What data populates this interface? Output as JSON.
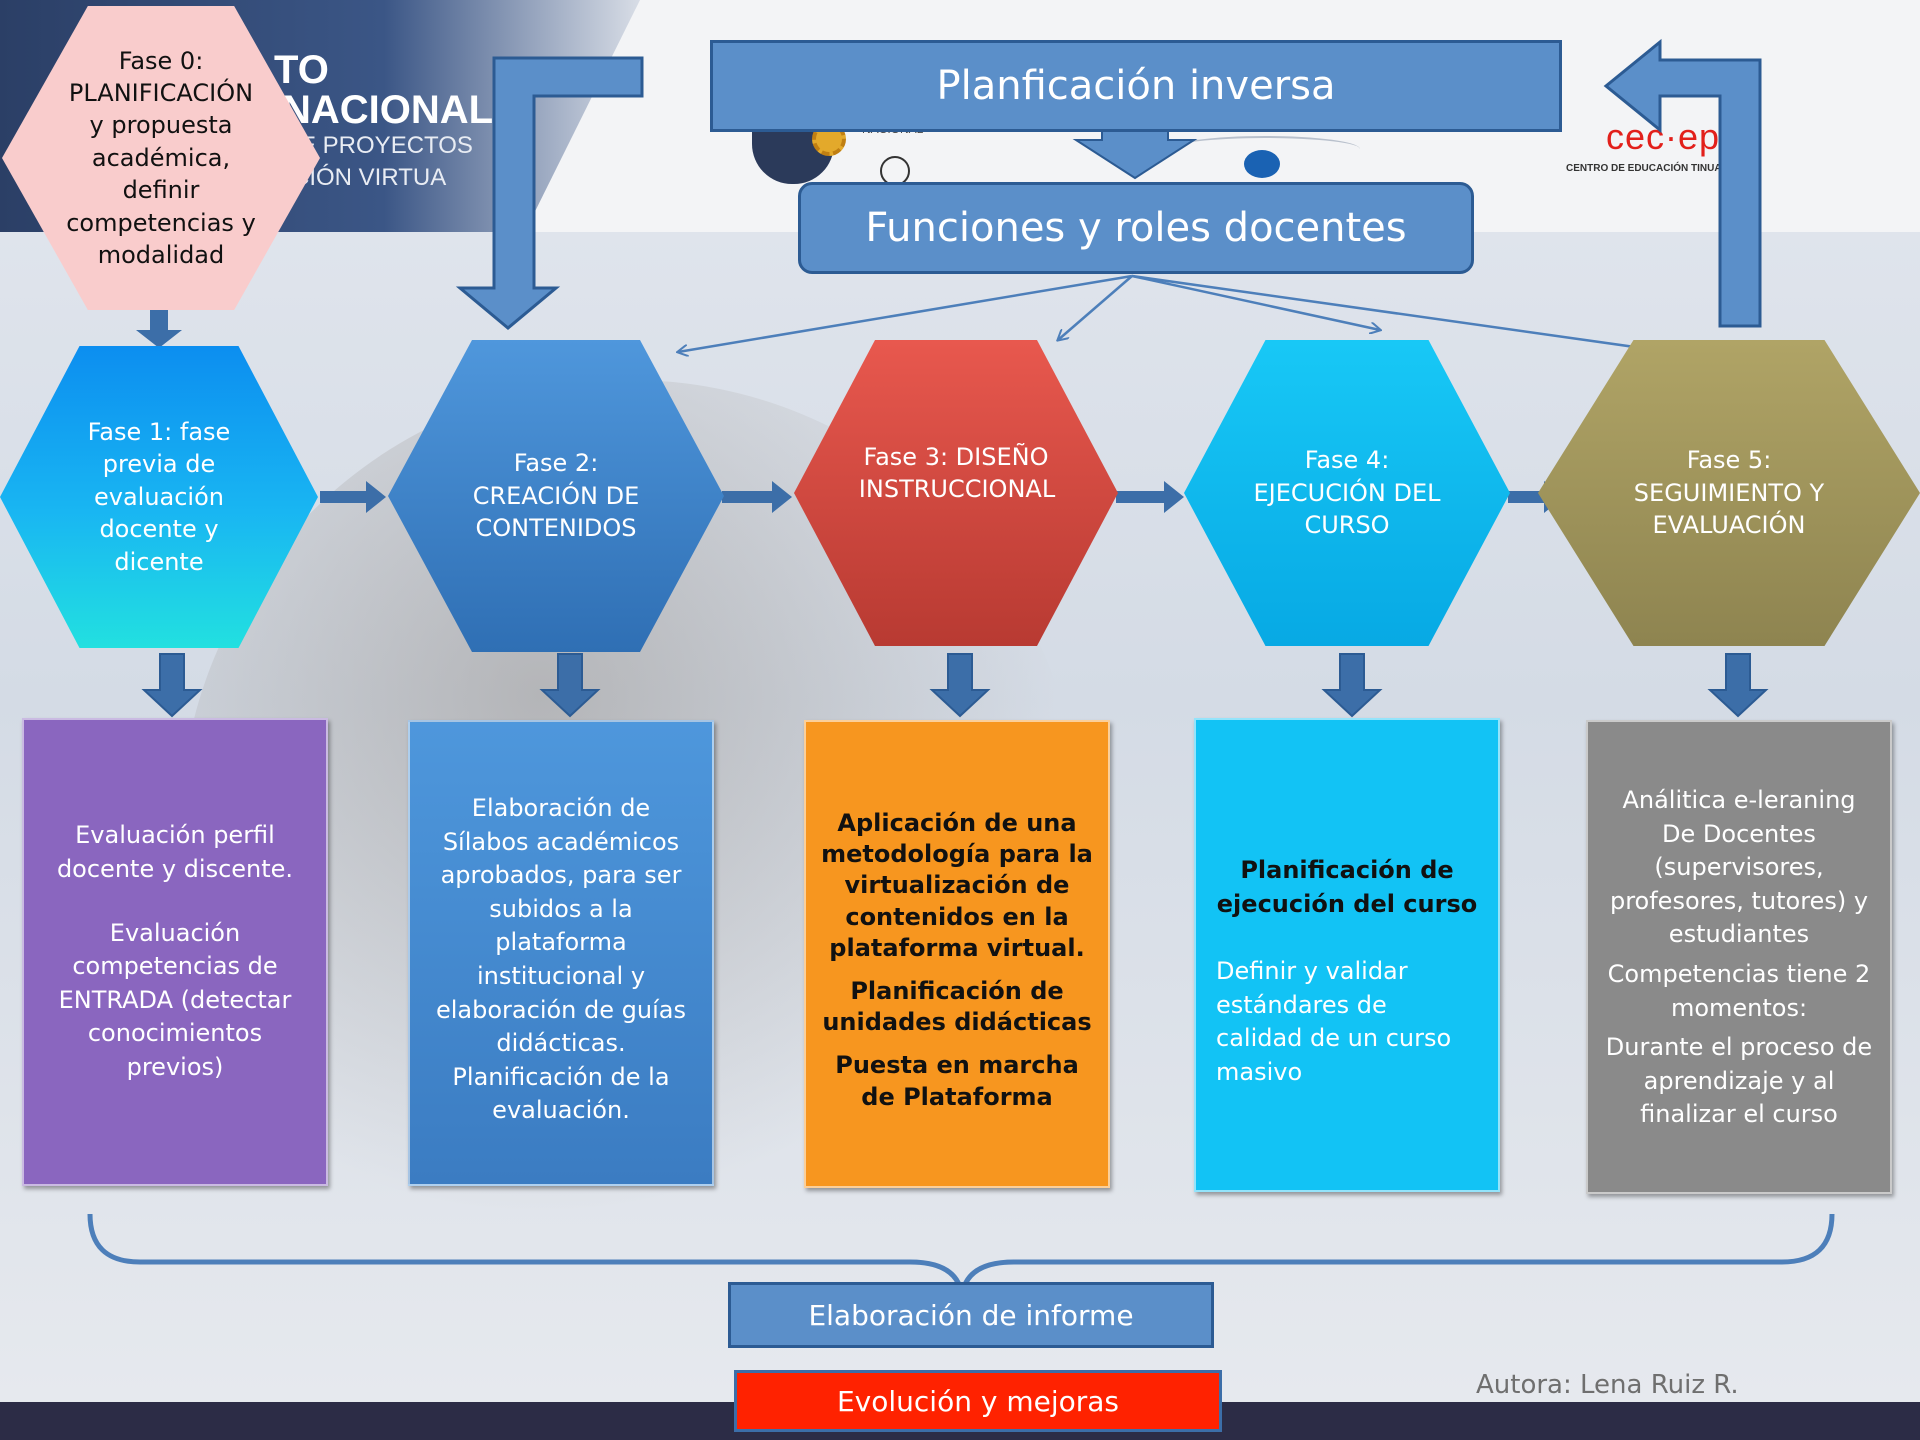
{
  "header_fragments": {
    "left_line1": "TO",
    "left_line2": "NACIONAL",
    "left_line3": "E PROYECTOS",
    "left_line4": "CIÓN VIRTUA",
    "logo_small_text": "NACIONAL",
    "cec_logo": "cec·ep",
    "cec_caption": "CENTRO DE EDUCACIÓN    TINUA"
  },
  "top": {
    "inverse_planning": "Planficación inversa",
    "roles": "Funciones y roles docentes"
  },
  "phases": [
    {
      "label": "Fase 0: PLANIFICACIÓN y propuesta académica, definir competencias y modalidad",
      "color": "#f9cccc"
    },
    {
      "label": "Fase 1: fase previa de evaluación docente y dicente",
      "color": "#1fa3f0"
    },
    {
      "label": "Fase 2: CREACIÓN DE CONTENIDOS",
      "color": "#3f86cc"
    },
    {
      "label": "Fase 3: DISEÑO INSTRUCCIONAL",
      "color": "#e05a4e"
    },
    {
      "label": "Fase 4: EJECUCIÓN DEL CURSO",
      "color": "#14c2f0"
    },
    {
      "label": "Fase  5: SEGUIMIENTO Y EVALUACIÓN",
      "color": "#a89c5f"
    }
  ],
  "boxes": [
    {
      "paragraphs": [
        "Evaluación perfil docente y discente.",
        "Evaluación competencias de ENTRADA (detectar conocimientos previos)"
      ],
      "color": "#8b65c0"
    },
    {
      "paragraphs": [
        "Elaboración de Sílabos académicos aprobados, para ser subidos a la plataforma institucional y elaboración de guías didácticas.",
        "Planificación de la evaluación."
      ],
      "color": "#3f85cc"
    },
    {
      "paragraphs": [
        "Aplicación de una metodología para la virtualización de contenidos en la plataforma virtual.",
        "Planificación de unidades didácticas",
        "Puesta en marcha de Plataforma"
      ],
      "color": "#f7961f"
    },
    {
      "paragraphs": [
        "Planificación de ejecución del  curso",
        "Definir y validar estándares de calidad de un curso masivo"
      ],
      "color": "#12c3f5"
    },
    {
      "paragraphs": [
        "Análitica e-leraning De Docentes (supervisores, profesores, tutores) y estudiantes",
        "Competencias tiene 2 momentos:",
        "Durante el proceso de aprendizaje y al finalizar el curso"
      ],
      "color": "#8a8a8a"
    }
  ],
  "report": "Elaboración de informe",
  "improvement": "Evolución y mejoras",
  "author": "Autora: Lena Ruiz R.",
  "colors": {
    "arrow": "#3c6ea8",
    "banner": "#5b8fc9",
    "improvement": "#ff2200"
  }
}
